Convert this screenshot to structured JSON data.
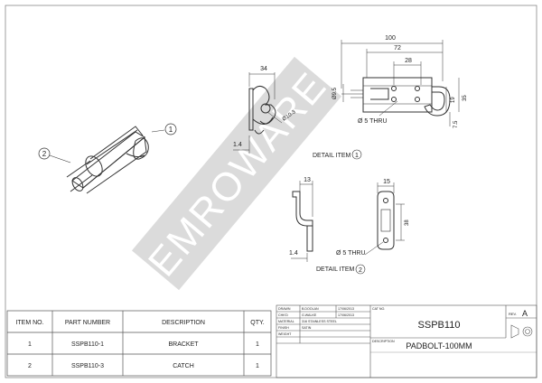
{
  "watermark": "EMROWARE",
  "bom": {
    "headers": [
      "ITEM NO.",
      "PART NUMBER",
      "DESCRIPTION",
      "QTY."
    ],
    "rows": [
      [
        "1",
        "SSPB110-1",
        "BRACKET",
        "1"
      ],
      [
        "2",
        "SSPB110-3",
        "CATCH",
        "1"
      ]
    ]
  },
  "title_block": {
    "drawn_label": "DRAWN",
    "drawn_by": "B.DOOLAN",
    "drawn_date": "17/06/2013",
    "chkd_label": "CHK'D",
    "chkd_by": "G.WALKE",
    "chkd_date": "17/06/2013",
    "material_label": "MATERIAL",
    "material": "316 STAINLESS STEEL",
    "finish_label": "FINISH",
    "finish": "SATIN",
    "weight_label": "WEIGHT",
    "cat_no_label": "CAT NO.",
    "cat_no": "SSPB110",
    "description_label": "DESCRIPTION",
    "description": "PADBOLT-100MM",
    "rev_label": "REV.",
    "rev": "A"
  },
  "balloons": {
    "item1": "1",
    "item2": "2"
  },
  "detail1": {
    "label": "DETAIL ITEM",
    "balloon": "1",
    "dims": {
      "d34": "34",
      "d10": "Ø10.3",
      "d14": "1.4",
      "d100": "100",
      "d72": "72",
      "d28": "28",
      "d95": "Ø9.5",
      "d19": "19",
      "d35": "35",
      "d75": "7.5",
      "thru": "Ø 5 THRU"
    }
  },
  "detail2": {
    "label": "DETAIL ITEM",
    "balloon": "2",
    "dims": {
      "d13": "13",
      "d14": "1.4",
      "d15": "15",
      "d38": "38",
      "thru": "Ø 5 THRU"
    }
  }
}
